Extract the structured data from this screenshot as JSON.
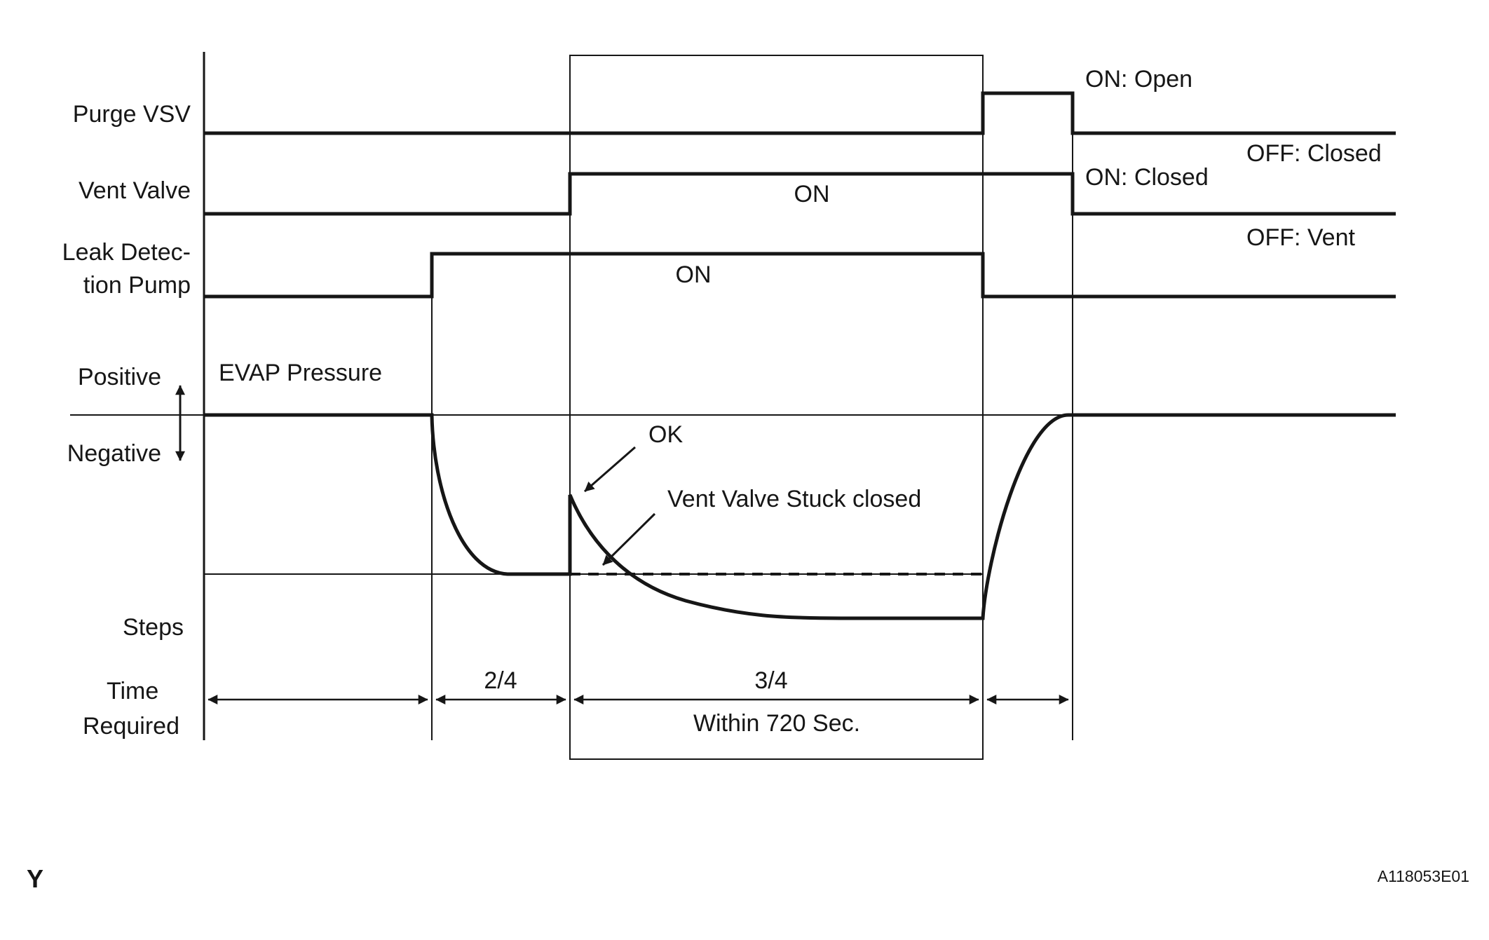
{
  "colors": {
    "ink": "#161616",
    "background": "#ffffff"
  },
  "signals": {
    "purge_vsv": {
      "label": "Purge VSV",
      "legend_on": "ON: Open",
      "legend_off": "OFF: Closed"
    },
    "vent_valve": {
      "label": "Vent Valve",
      "on_text": "ON",
      "legend_on": "ON: Closed",
      "legend_off": "OFF: Vent"
    },
    "leak_pump": {
      "label_line1": "Leak Detec-",
      "label_line2": "tion Pump",
      "on_text": "ON"
    }
  },
  "pressure": {
    "trace_label": "EVAP Pressure",
    "axis_positive": "Positive",
    "axis_negative": "Negative",
    "annotation_ok": "OK",
    "annotation_stuck": "Vent Valve Stuck closed",
    "steps_label": "Steps"
  },
  "time": {
    "label_line1": "Time",
    "label_line2": "Required",
    "segment_2_4": "2/4",
    "segment_3_4": "3/4",
    "within_label": "Within 720 Sec."
  },
  "footer": {
    "section": "Y",
    "figure_code": "A118053E01"
  }
}
